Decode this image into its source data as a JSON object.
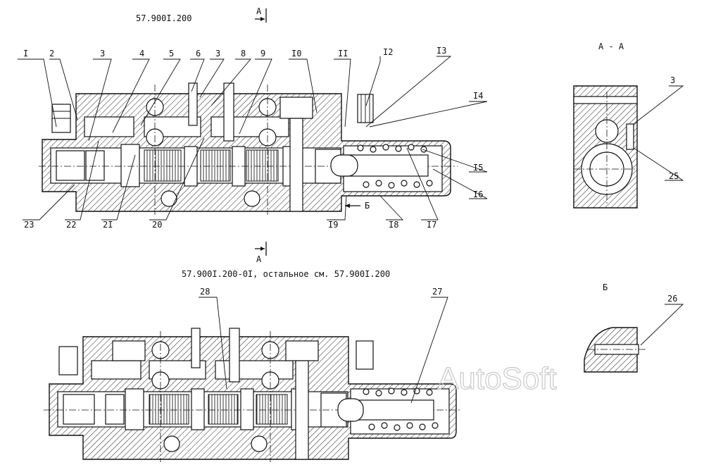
{
  "drawing_number_top": "57.900I.200",
  "caption_bottom": "57.900I.200-0I, остальное см. 57.900I.200",
  "section_marks": {
    "a_top": "А",
    "a_bottom": "А",
    "b_arrow": "Б"
  },
  "view_titles": {
    "aa": "А - А",
    "b": "Б"
  },
  "watermark": "AutoSoft",
  "callouts_top": [
    {
      "id": "c1",
      "text": "I"
    },
    {
      "id": "c2",
      "text": "2"
    },
    {
      "id": "c3",
      "text": "3"
    },
    {
      "id": "c4",
      "text": "4"
    },
    {
      "id": "c5",
      "text": "5"
    },
    {
      "id": "c6",
      "text": "6"
    },
    {
      "id": "c3b",
      "text": "3"
    },
    {
      "id": "c8",
      "text": "8"
    },
    {
      "id": "c9",
      "text": "9"
    },
    {
      "id": "c10",
      "text": "I0"
    },
    {
      "id": "c11",
      "text": "II"
    },
    {
      "id": "c12",
      "text": "I2"
    },
    {
      "id": "c13",
      "text": "I3"
    },
    {
      "id": "c14",
      "text": "I4"
    },
    {
      "id": "c15",
      "text": "I5"
    },
    {
      "id": "c16",
      "text": "I6"
    },
    {
      "id": "c17",
      "text": "I7"
    },
    {
      "id": "c18",
      "text": "I8"
    },
    {
      "id": "c19",
      "text": "I9"
    },
    {
      "id": "c20",
      "text": "20"
    },
    {
      "id": "c21",
      "text": "2I"
    },
    {
      "id": "c22",
      "text": "22"
    },
    {
      "id": "c23",
      "text": "23"
    }
  ],
  "callouts_aa": [
    {
      "id": "c3aa",
      "text": "3"
    },
    {
      "id": "c25",
      "text": "25"
    }
  ],
  "callouts_b": [
    {
      "id": "c26",
      "text": "26"
    }
  ],
  "callouts_bottom": [
    {
      "id": "c28",
      "text": "28"
    },
    {
      "id": "c27",
      "text": "27"
    }
  ]
}
